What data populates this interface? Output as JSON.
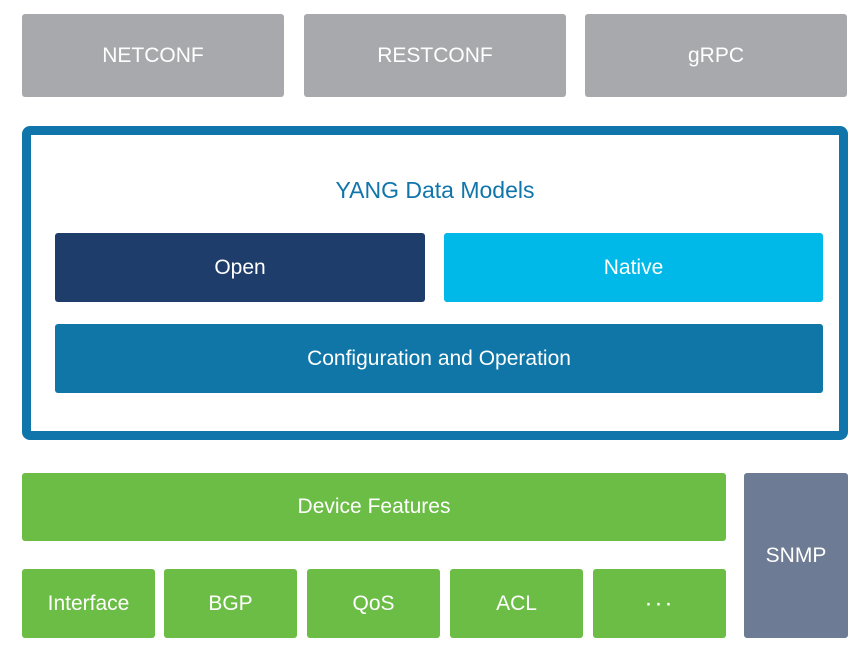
{
  "protocols": [
    "NETCONF",
    "RESTCONF",
    "gRPC"
  ],
  "yang": {
    "title": "YANG Data Models",
    "open": "Open",
    "native": "Native",
    "config": "Configuration and Operation"
  },
  "device": {
    "features": "Device Features",
    "items": [
      "Interface",
      "BGP",
      "QoS",
      "ACL",
      "···"
    ]
  },
  "snmp": "SNMP",
  "colors": {
    "protocol_gray": "#a7a9ac",
    "yang_blue": "#1075ab",
    "open_navy": "#1f3d6b",
    "native_cyan": "#00b9e8",
    "feature_green": "#6bbd45",
    "snmp_slate": "#6e7b94"
  }
}
